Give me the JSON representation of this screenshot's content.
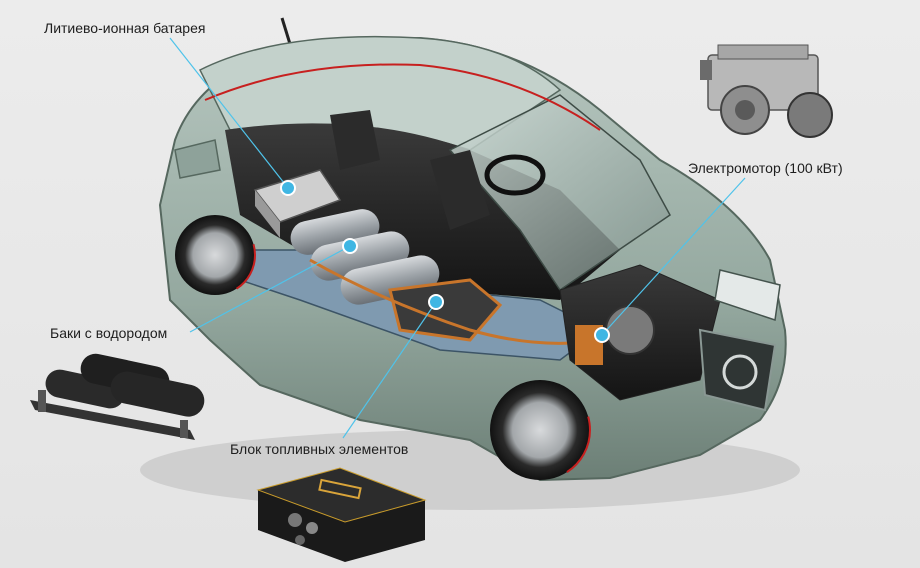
{
  "labels": {
    "battery": "Литиево-ионная батарея",
    "motor": "Электромотор (100 кВт)",
    "tanks": "Баки с водородом",
    "fuel_cell": "Блок топливных элементов"
  },
  "colors": {
    "background": "#e8e8e8",
    "body": "#9fb2a9",
    "body_dark": "#6f837a",
    "callout_line": "#4fc3ea",
    "callout_dot": "#3fb6e3",
    "accent_red": "#c7201f",
    "copper": "#c8752b"
  }
}
